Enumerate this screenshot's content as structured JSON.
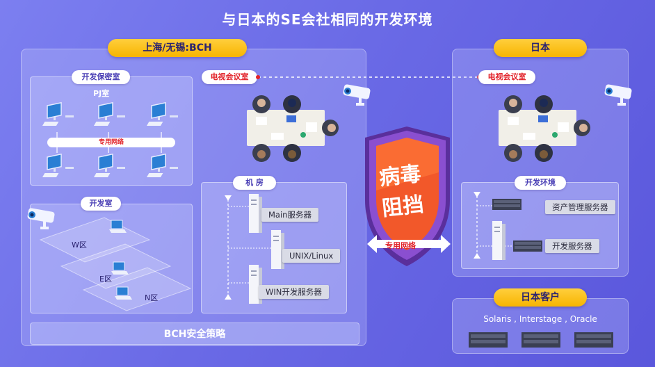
{
  "title": "与日本的SE会社相同的开发环境",
  "left_region": {
    "header": "上海/无锡:BCH",
    "dev_secure_room": {
      "label": "开发保密室",
      "room_name": "PJ室",
      "network_label": "专用网络"
    },
    "dev_room": {
      "label": "开发室",
      "zones": [
        "W区",
        "E区",
        "N区"
      ]
    },
    "video_conf_label": "电视会议室",
    "machine_room": {
      "label": "机 房",
      "servers": [
        "Main服务器",
        "UNIX/Linux",
        "WIN开发服务器"
      ]
    },
    "policy": "BCH安全策略"
  },
  "shield": {
    "text_line1": "病毒",
    "text_line2": "阻挡",
    "network_label": "专用网络",
    "color_outer": "#6a3fb0",
    "color_inner": "#f2582a"
  },
  "right_region": {
    "header": "日本",
    "video_conf_label": "电视会议室",
    "dev_env": {
      "label": "开发环境",
      "servers": [
        "资产管理服务器",
        "开发服务器"
      ]
    }
  },
  "japan_client": {
    "header": "日本客户",
    "description": "Solaris , Interstage , Oracle"
  },
  "icons": [
    "camera-icon",
    "monitor-icon",
    "laptop-icon",
    "server-tower-icon",
    "rack-server-icon",
    "meeting-table-icon"
  ]
}
